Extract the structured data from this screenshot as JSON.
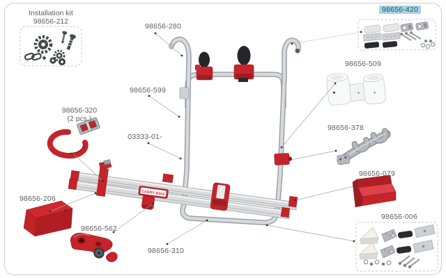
{
  "window": {
    "background": "#ffffff",
    "border_color": "#cccccc"
  },
  "installation_kit": {
    "title": "Installation kit",
    "number": "98656-212"
  },
  "parts": {
    "p280": {
      "number": "98656-280"
    },
    "p420": {
      "number": "98656-420",
      "highlighted": true,
      "highlight_color": "#a2d5e6"
    },
    "p509": {
      "number": "98656-509"
    },
    "p378": {
      "number": "98656-378"
    },
    "p079": {
      "number": "98656-079"
    },
    "p006": {
      "number": "98656-006"
    },
    "p320": {
      "number": "98656-320",
      "quantity": "(2 pcs.)"
    },
    "p206": {
      "number": "98656-206"
    },
    "p562": {
      "number": "98656-562"
    },
    "p310": {
      "number": "98656-310"
    },
    "p599": {
      "number": "98656-599"
    },
    "p03333": {
      "number": "03333-01-"
    }
  },
  "frame": {
    "rail_logo": "CARRY-BIKE"
  },
  "colors": {
    "part_red": "#c5242b",
    "part_red_dark": "#9e1d22",
    "tube_gray": "#9aa0a6",
    "label_text": "#5e5e5e",
    "leader_line": "#a3a3a3"
  }
}
